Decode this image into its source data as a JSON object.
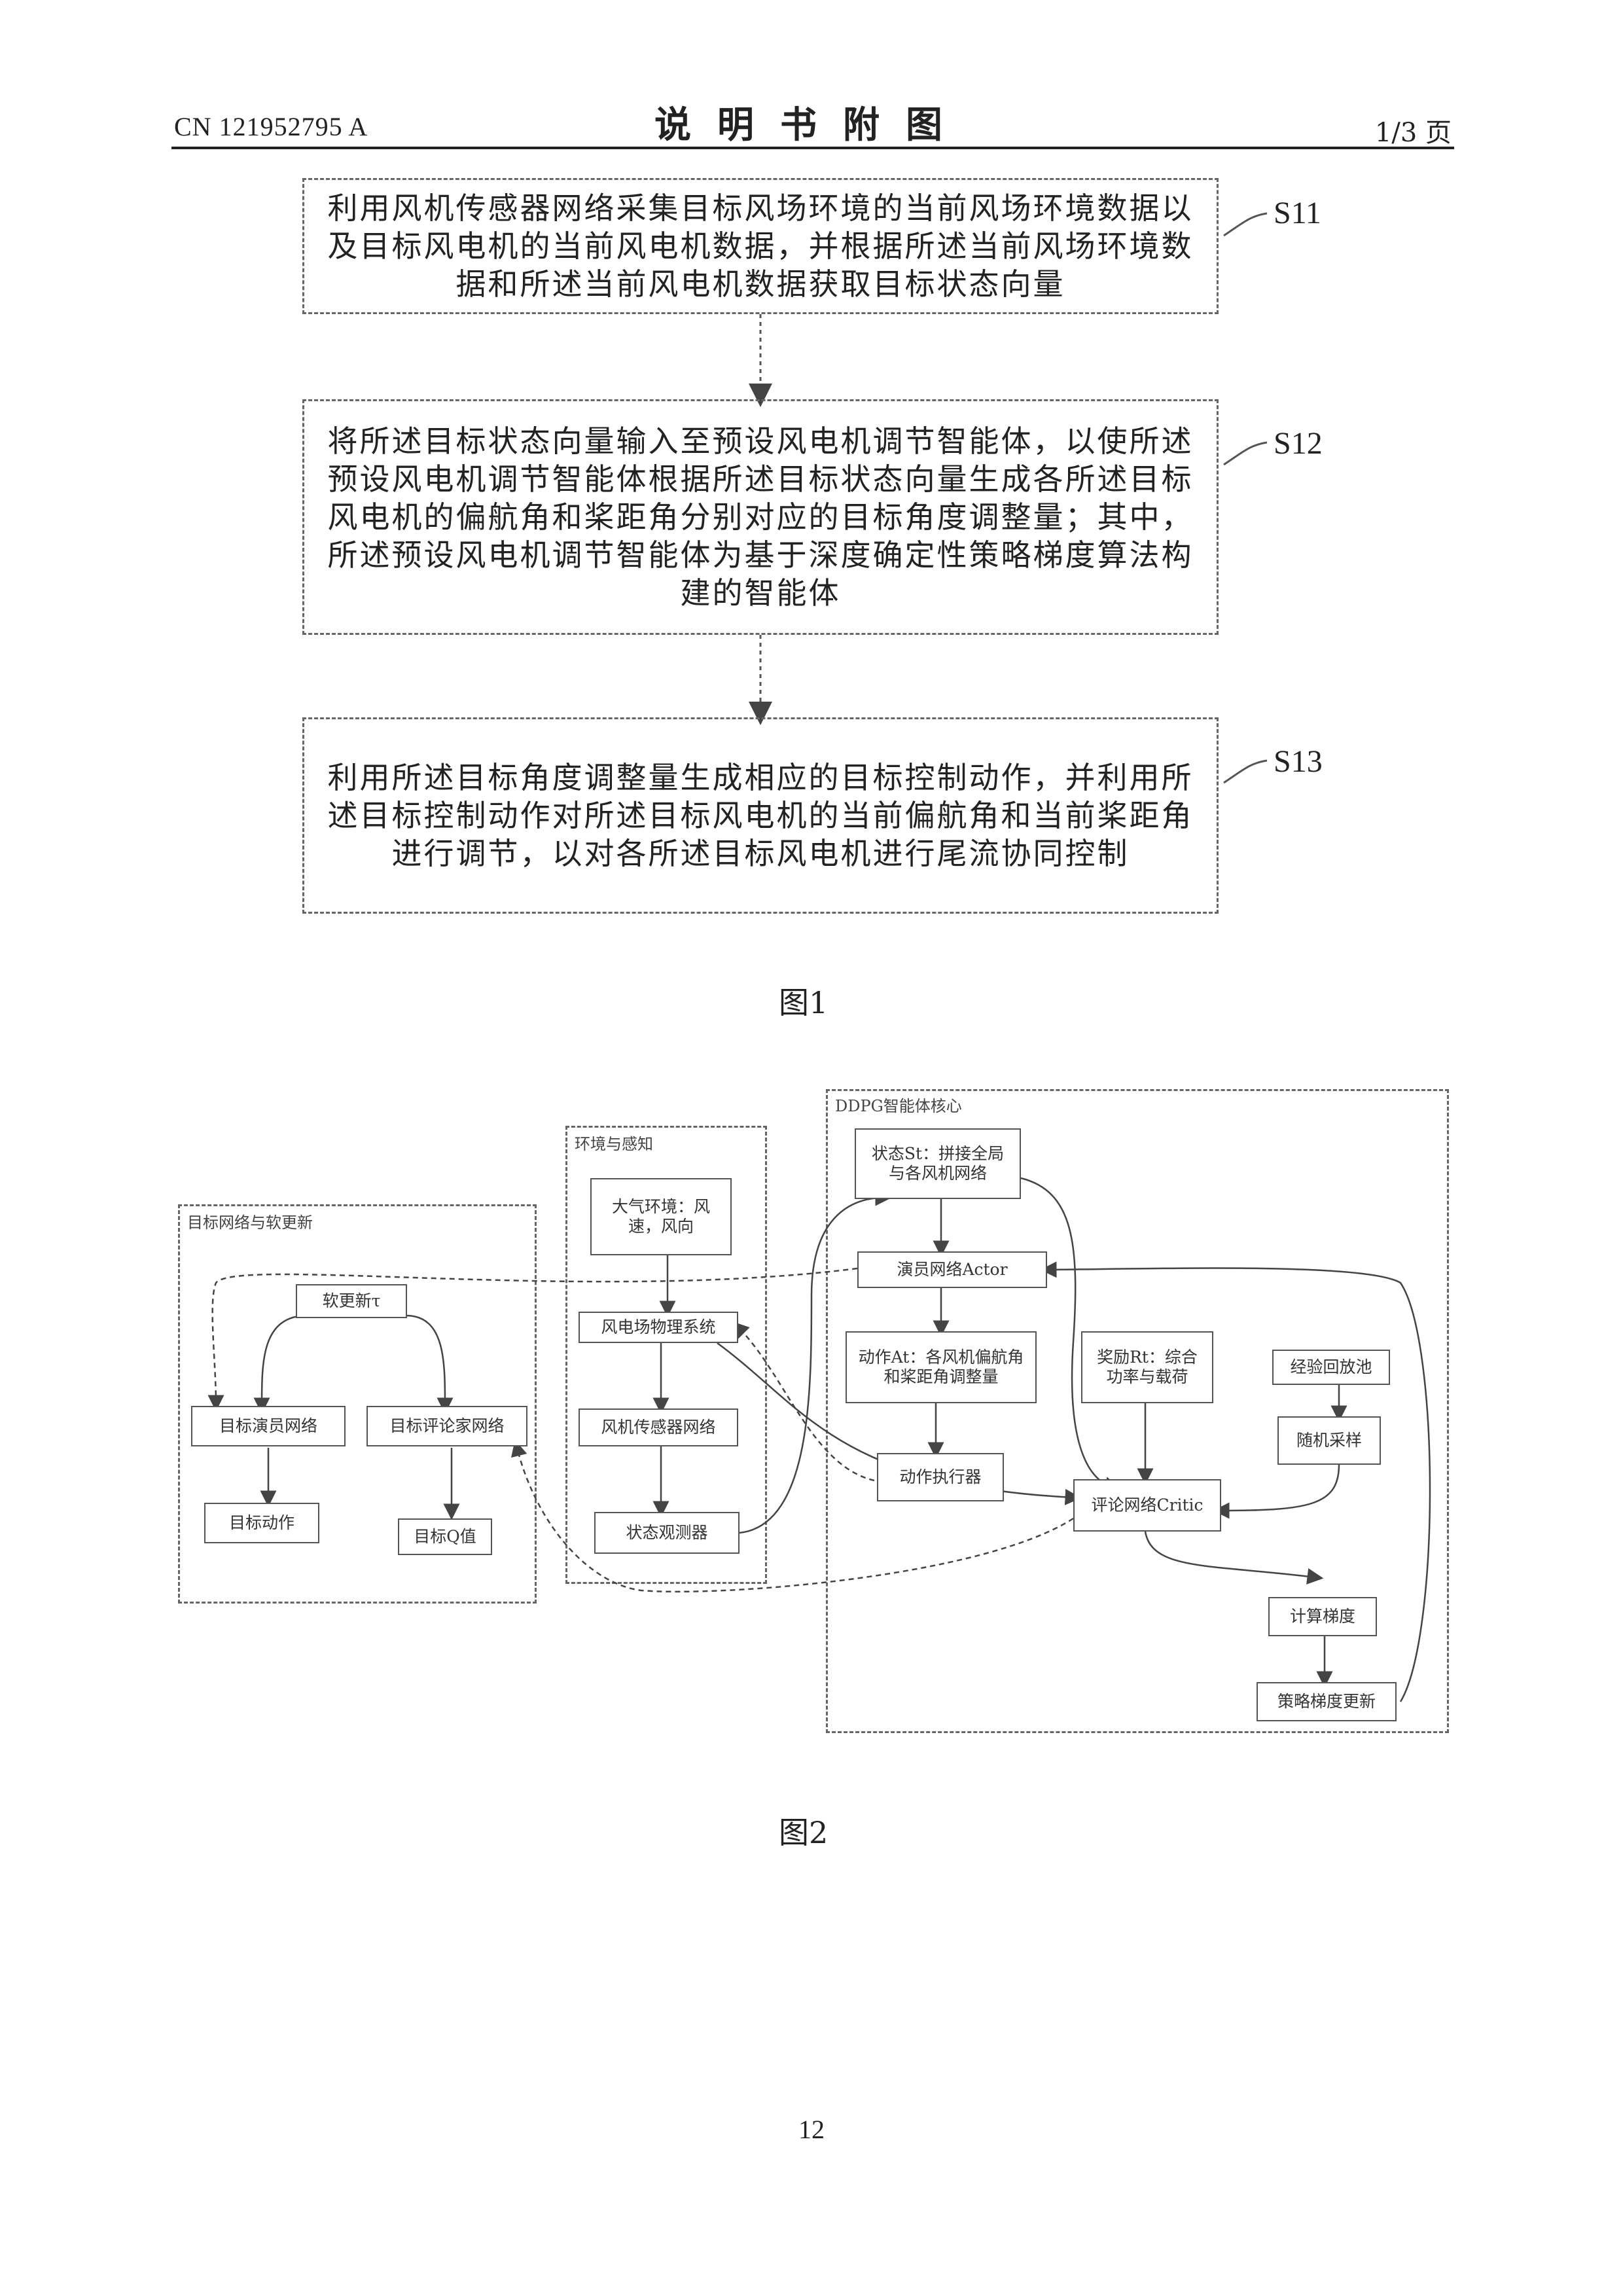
{
  "header": {
    "doc_number": "CN 121952795 A",
    "title": "说明书附图",
    "page_of": "1/3 页"
  },
  "figure1": {
    "caption": "图1",
    "steps": [
      {
        "label": "S11",
        "text": "利用风机传感器网络采集目标风场环境的当前风场环境数据以及目标风电机的当前风电机数据，并根据所述当前风场环境数据和所述当前风电机数据获取目标状态向量"
      },
      {
        "label": "S12",
        "text": "将所述目标状态向量输入至预设风电机调节智能体，以使所述预设风电机调节智能体根据所述目标状态向量生成各所述目标风电机的偏航角和桨距角分别对应的目标角度调整量；其中，所述预设风电机调节智能体为基于深度确定性策略梯度算法构建的智能体"
      },
      {
        "label": "S13",
        "text": "利用所述目标角度调整量生成相应的目标控制动作，并利用所述目标控制动作对所述目标风电机的当前偏航角和当前桨距角进行调节，以对各所述目标风电机进行尾流协同控制"
      }
    ]
  },
  "figure2": {
    "caption": "图2",
    "groups": {
      "target": "目标网络与软更新",
      "env": "环境与感知",
      "ddpg": "DDPG智能体核心"
    },
    "nodes": {
      "soft_update": "软更新τ",
      "target_actor": "目标演员网络",
      "target_critic": "目标评论家网络",
      "target_action": "目标动作",
      "target_q": "目标Q值",
      "atmosphere": "大气环境：风速，风向",
      "farm_physics": "风电场物理系统",
      "sensor_net": "风机传感器网络",
      "state_observer": "状态观测器",
      "state": "状态St：拼接全局与各风机网络",
      "actor": "演员网络Actor",
      "action": "动作At：各风机偏航角和桨距角调整量",
      "reward": "奖励Rt：综合功率与载荷",
      "replay": "经验回放池",
      "random_sample": "随机采样",
      "actuator": "动作执行器",
      "critic": "评论网络Critic",
      "gradient": "计算梯度",
      "policy_update": "策略梯度更新"
    }
  },
  "page_number": "12"
}
